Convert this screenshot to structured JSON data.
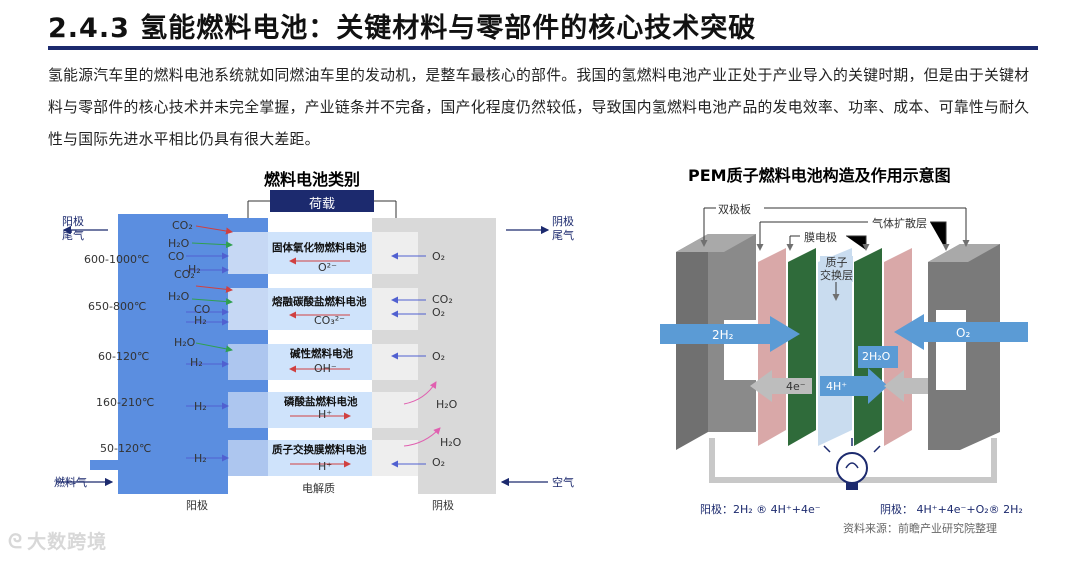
{
  "header": {
    "title": "2.4.3 氢能燃料电池：关键材料与零部件的核心技术突破",
    "intro": "氢能源汽车里的燃料电池系统就如同燃油车里的发动机，是整车最核心的部件。我国的氢燃料电池产业正处于产业导入的关键时期，但是由于关键材料与零部件的核心技术并未完全掌握，产业链条并不完备，国产化程度仍然较低，导致国内氢燃料电池产品的发电效率、功率、成本、可靠性与耐久性与国际先进水平相比仍具有很大差距。"
  },
  "left_figure": {
    "title": "燃料电池类别",
    "load": "荷载",
    "anode_exhaust": "阳极\n尾气",
    "cathode_exhaust": "阴极\n尾气",
    "fuel_in": "燃料气",
    "air_in": "空气",
    "anode": "阳极",
    "electrolyte": "电解质",
    "cathode": "阴极",
    "rows": [
      {
        "temp": "600-1000℃",
        "name": "固体氧化物燃料电池",
        "ion": "O²⁻",
        "anode_species": [
          "CO₂",
          "H₂O",
          "CO",
          "H₂"
        ],
        "cathode_species": [
          "O₂"
        ]
      },
      {
        "temp": "650-800℃",
        "name": "熔融碳酸盐燃料电池",
        "ion": "CO₃²⁻",
        "anode_species": [
          "CO₂",
          "H₂O",
          "CO",
          "H₂"
        ],
        "cathode_species": [
          "CO₂",
          "O₂"
        ]
      },
      {
        "temp": "60-120℃",
        "name": "碱性燃料电池",
        "ion": "OH⁻",
        "anode_species": [
          "H₂O",
          "H₂"
        ],
        "cathode_species": [
          "O₂"
        ]
      },
      {
        "temp": "160-210℃",
        "name": "磷酸盐燃料电池",
        "ion": "H⁺",
        "anode_species": [
          "H₂"
        ],
        "cathode_species": [
          "H₂O"
        ]
      },
      {
        "temp": "50-120℃",
        "name": "质子交换膜燃料电池",
        "ion": "H⁺",
        "anode_species": [
          "H₂"
        ],
        "cathode_species": [
          "H₂O",
          "O₂"
        ]
      }
    ]
  },
  "right_figure": {
    "title": "PEM质子燃料电池构造及作用示意图",
    "bipolar_plate": "双极板",
    "gas_diffusion": "气体扩散层",
    "membrane_electrode": "膜电极",
    "proton_exchange": "质子\n交换层",
    "h2": "2H₂",
    "o2": "O₂",
    "h2o": "2H₂O",
    "electrons": "4e⁻",
    "protons": "4H⁺",
    "anode_eq": "阳极：2H₂ ® 4H⁺+4e⁻",
    "cathode_eq": "阴极：  4H⁺+4e⁻+O₂® 2H₂",
    "source": "资料来源：前瞻产业研究院整理"
  },
  "watermark": "大数跨境",
  "colors": {
    "accent": "#1c2a6e",
    "anode_blue": "#5b8ee0",
    "cathode_gray": "#d9d9d9",
    "electrolyte": "#cfe3fb"
  }
}
